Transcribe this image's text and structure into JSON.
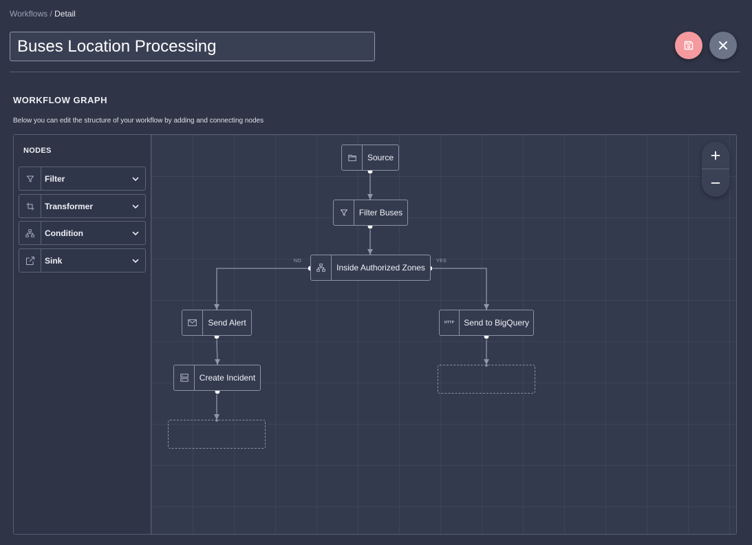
{
  "breadcrumb": {
    "parent": "Workflows",
    "separator": " / ",
    "current": "Detail"
  },
  "workflow": {
    "name": "Buses Location Processing"
  },
  "actions": {
    "save_icon": "save-icon",
    "close_icon": "close-icon"
  },
  "section": {
    "title": "WORKFLOW GRAPH",
    "description": "Below you can edit the structure of your workflow by adding and connecting nodes"
  },
  "palette": {
    "title": "NODES",
    "items": [
      {
        "label": "Filter",
        "icon": "filter-icon"
      },
      {
        "label": "Transformer",
        "icon": "crop-icon"
      },
      {
        "label": "Condition",
        "icon": "hierarchy-icon"
      },
      {
        "label": "Sink",
        "icon": "external-link-icon"
      }
    ]
  },
  "graph": {
    "nodes": {
      "source": {
        "label": "Source",
        "icon": "folder-icon"
      },
      "filter_buses": {
        "label": "Filter Buses",
        "icon": "filter-icon"
      },
      "condition": {
        "label": "Inside Authorized Zones",
        "icon": "hierarchy-icon"
      },
      "send_alert": {
        "label": "Send Alert",
        "icon": "mail-icon"
      },
      "create_incident": {
        "label": "Create Incident",
        "icon": "server-icon"
      },
      "send_bigquery": {
        "label": "Send to BigQuery",
        "icon": "http-icon",
        "icon_text": "HTTP"
      }
    },
    "branches": {
      "no": "NO",
      "yes": "YES"
    }
  },
  "zoom": {
    "in_label": "+",
    "out_label": "−"
  },
  "colors": {
    "background": "#2f3446",
    "canvas": "#343a4e",
    "save": "#f59a9f",
    "close": "#6c7488"
  }
}
